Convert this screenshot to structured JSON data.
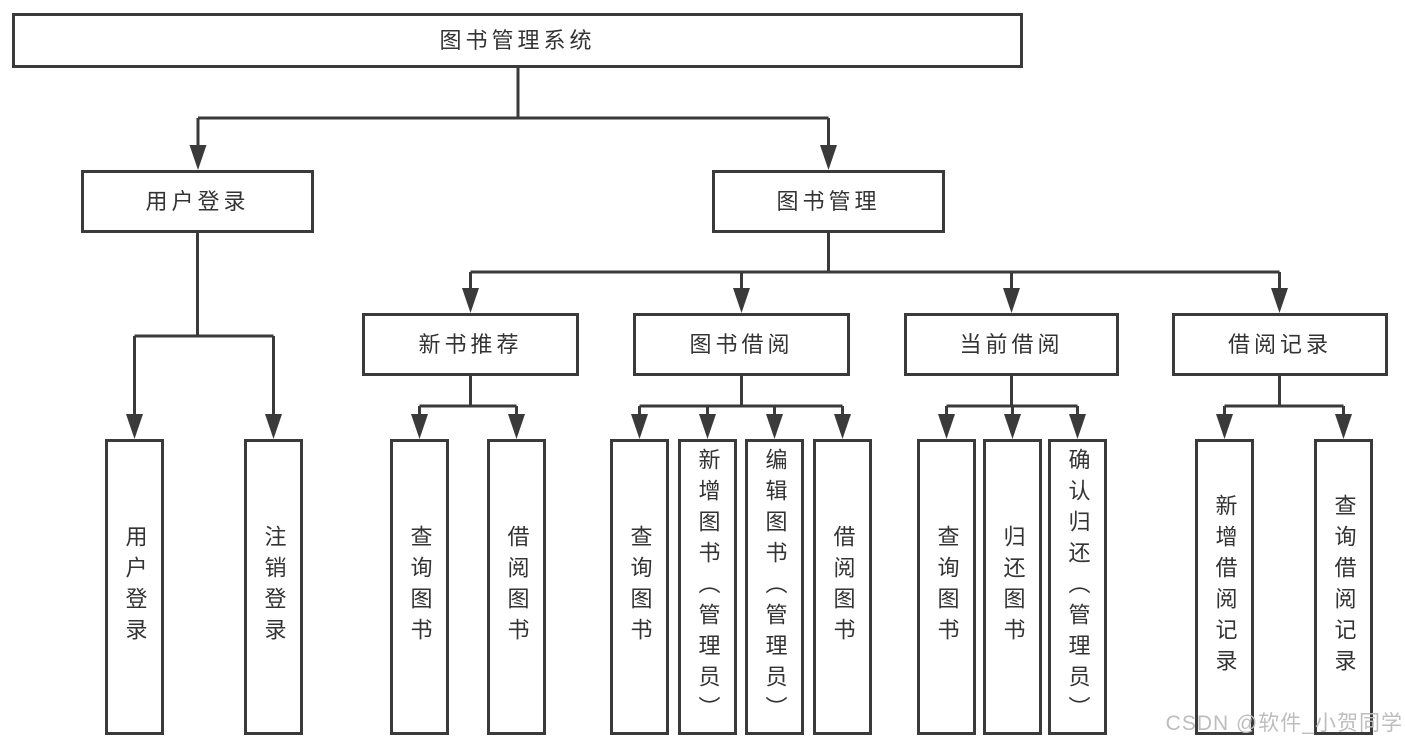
{
  "nodes": {
    "root": {
      "label": "图书管理系统"
    },
    "level2": [
      {
        "label": "用户登录"
      },
      {
        "label": "图书管理"
      }
    ],
    "level3": [
      {
        "label": "新书推荐"
      },
      {
        "label": "图书借阅"
      },
      {
        "label": "当前借阅"
      },
      {
        "label": "借阅记录"
      }
    ],
    "leaves": [
      {
        "parent": "用户登录",
        "label": "用户登录"
      },
      {
        "parent": "用户登录",
        "label": "注销登录"
      },
      {
        "parent": "新书推荐",
        "label": "查询图书"
      },
      {
        "parent": "新书推荐",
        "label": "借阅图书"
      },
      {
        "parent": "图书借阅",
        "label": "查询图书"
      },
      {
        "parent": "图书借阅",
        "label": "新增图书（管理员）"
      },
      {
        "parent": "图书借阅",
        "label": "编辑图书（管理员）"
      },
      {
        "parent": "图书借阅",
        "label": "借阅图书"
      },
      {
        "parent": "当前借阅",
        "label": "查询图书"
      },
      {
        "parent": "当前借阅",
        "label": "归还图书"
      },
      {
        "parent": "当前借阅",
        "label": "确认归还（管理员）"
      },
      {
        "parent": "借阅记录",
        "label": "新增借阅记录"
      },
      {
        "parent": "借阅记录",
        "label": "查询借阅记录"
      }
    ]
  },
  "watermark": {
    "text": "CSDN @软件_小贺同学"
  },
  "colors": {
    "line": "#3a3a3a",
    "text": "#333333",
    "watermark": "#bdbdbd",
    "background": "#ffffff"
  }
}
